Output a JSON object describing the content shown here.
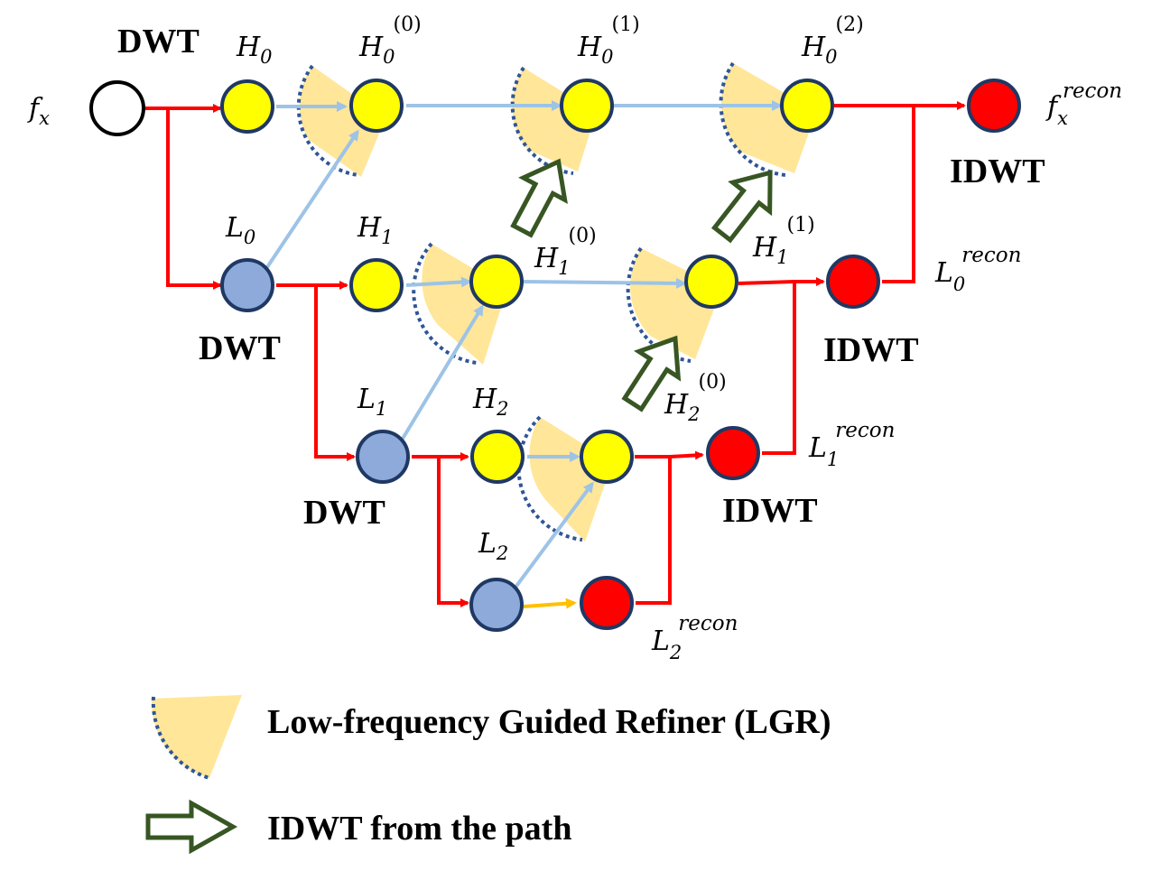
{
  "colors": {
    "high_freq_node": "#ffff00",
    "low_freq_node": "#8eaadb",
    "recon_node": "#ff0000",
    "node_border": "#1f3864",
    "input_node_border": "#000000",
    "main_path": "#ff0000",
    "guide_path": "#9dc3e6",
    "low_recon_path": "#ffc000",
    "lgr_fill": "#ffe699",
    "lgr_edge": "#2f5597",
    "hollow_arrow": "#375623"
  },
  "stages": {
    "dwt_top": "DWT",
    "dwt_level0": "DWT",
    "dwt_level1": "DWT",
    "idwt_top": "IDWT",
    "idwt_level0": "IDWT",
    "idwt_level1": "IDWT"
  },
  "nodes": {
    "input": {
      "base": "f",
      "sub": "x"
    },
    "H0": {
      "base": "H",
      "sub": "0"
    },
    "H0_0": {
      "base": "H",
      "sub": "0",
      "sup": "(0)"
    },
    "H0_1": {
      "base": "H",
      "sub": "0",
      "sup": "(1)"
    },
    "H0_2": {
      "base": "H",
      "sub": "0",
      "sup": "(2)"
    },
    "output": {
      "base": "f",
      "sub": "x",
      "sup": "recon"
    },
    "L0": {
      "base": "L",
      "sub": "0"
    },
    "H1": {
      "base": "H",
      "sub": "1"
    },
    "H1_0": {
      "base": "H",
      "sub": "1",
      "sup": "(0)"
    },
    "H1_1": {
      "base": "H",
      "sub": "1",
      "sup": "(1)"
    },
    "L0_recon": {
      "base": "L",
      "sub": "0",
      "sup": "recon"
    },
    "L1": {
      "base": "L",
      "sub": "1"
    },
    "H2": {
      "base": "H",
      "sub": "2"
    },
    "H2_0": {
      "base": "H",
      "sub": "2",
      "sup": "(0)"
    },
    "L1_recon": {
      "base": "L",
      "sub": "1",
      "sup": "recon"
    },
    "L2": {
      "base": "L",
      "sub": "2"
    },
    "L2_recon": {
      "base": "L",
      "sub": "2",
      "sup": "recon"
    }
  },
  "legend": {
    "lgr": "Low-frequency Guided Refiner (LGR)",
    "idwt_path": "IDWT from the path"
  }
}
